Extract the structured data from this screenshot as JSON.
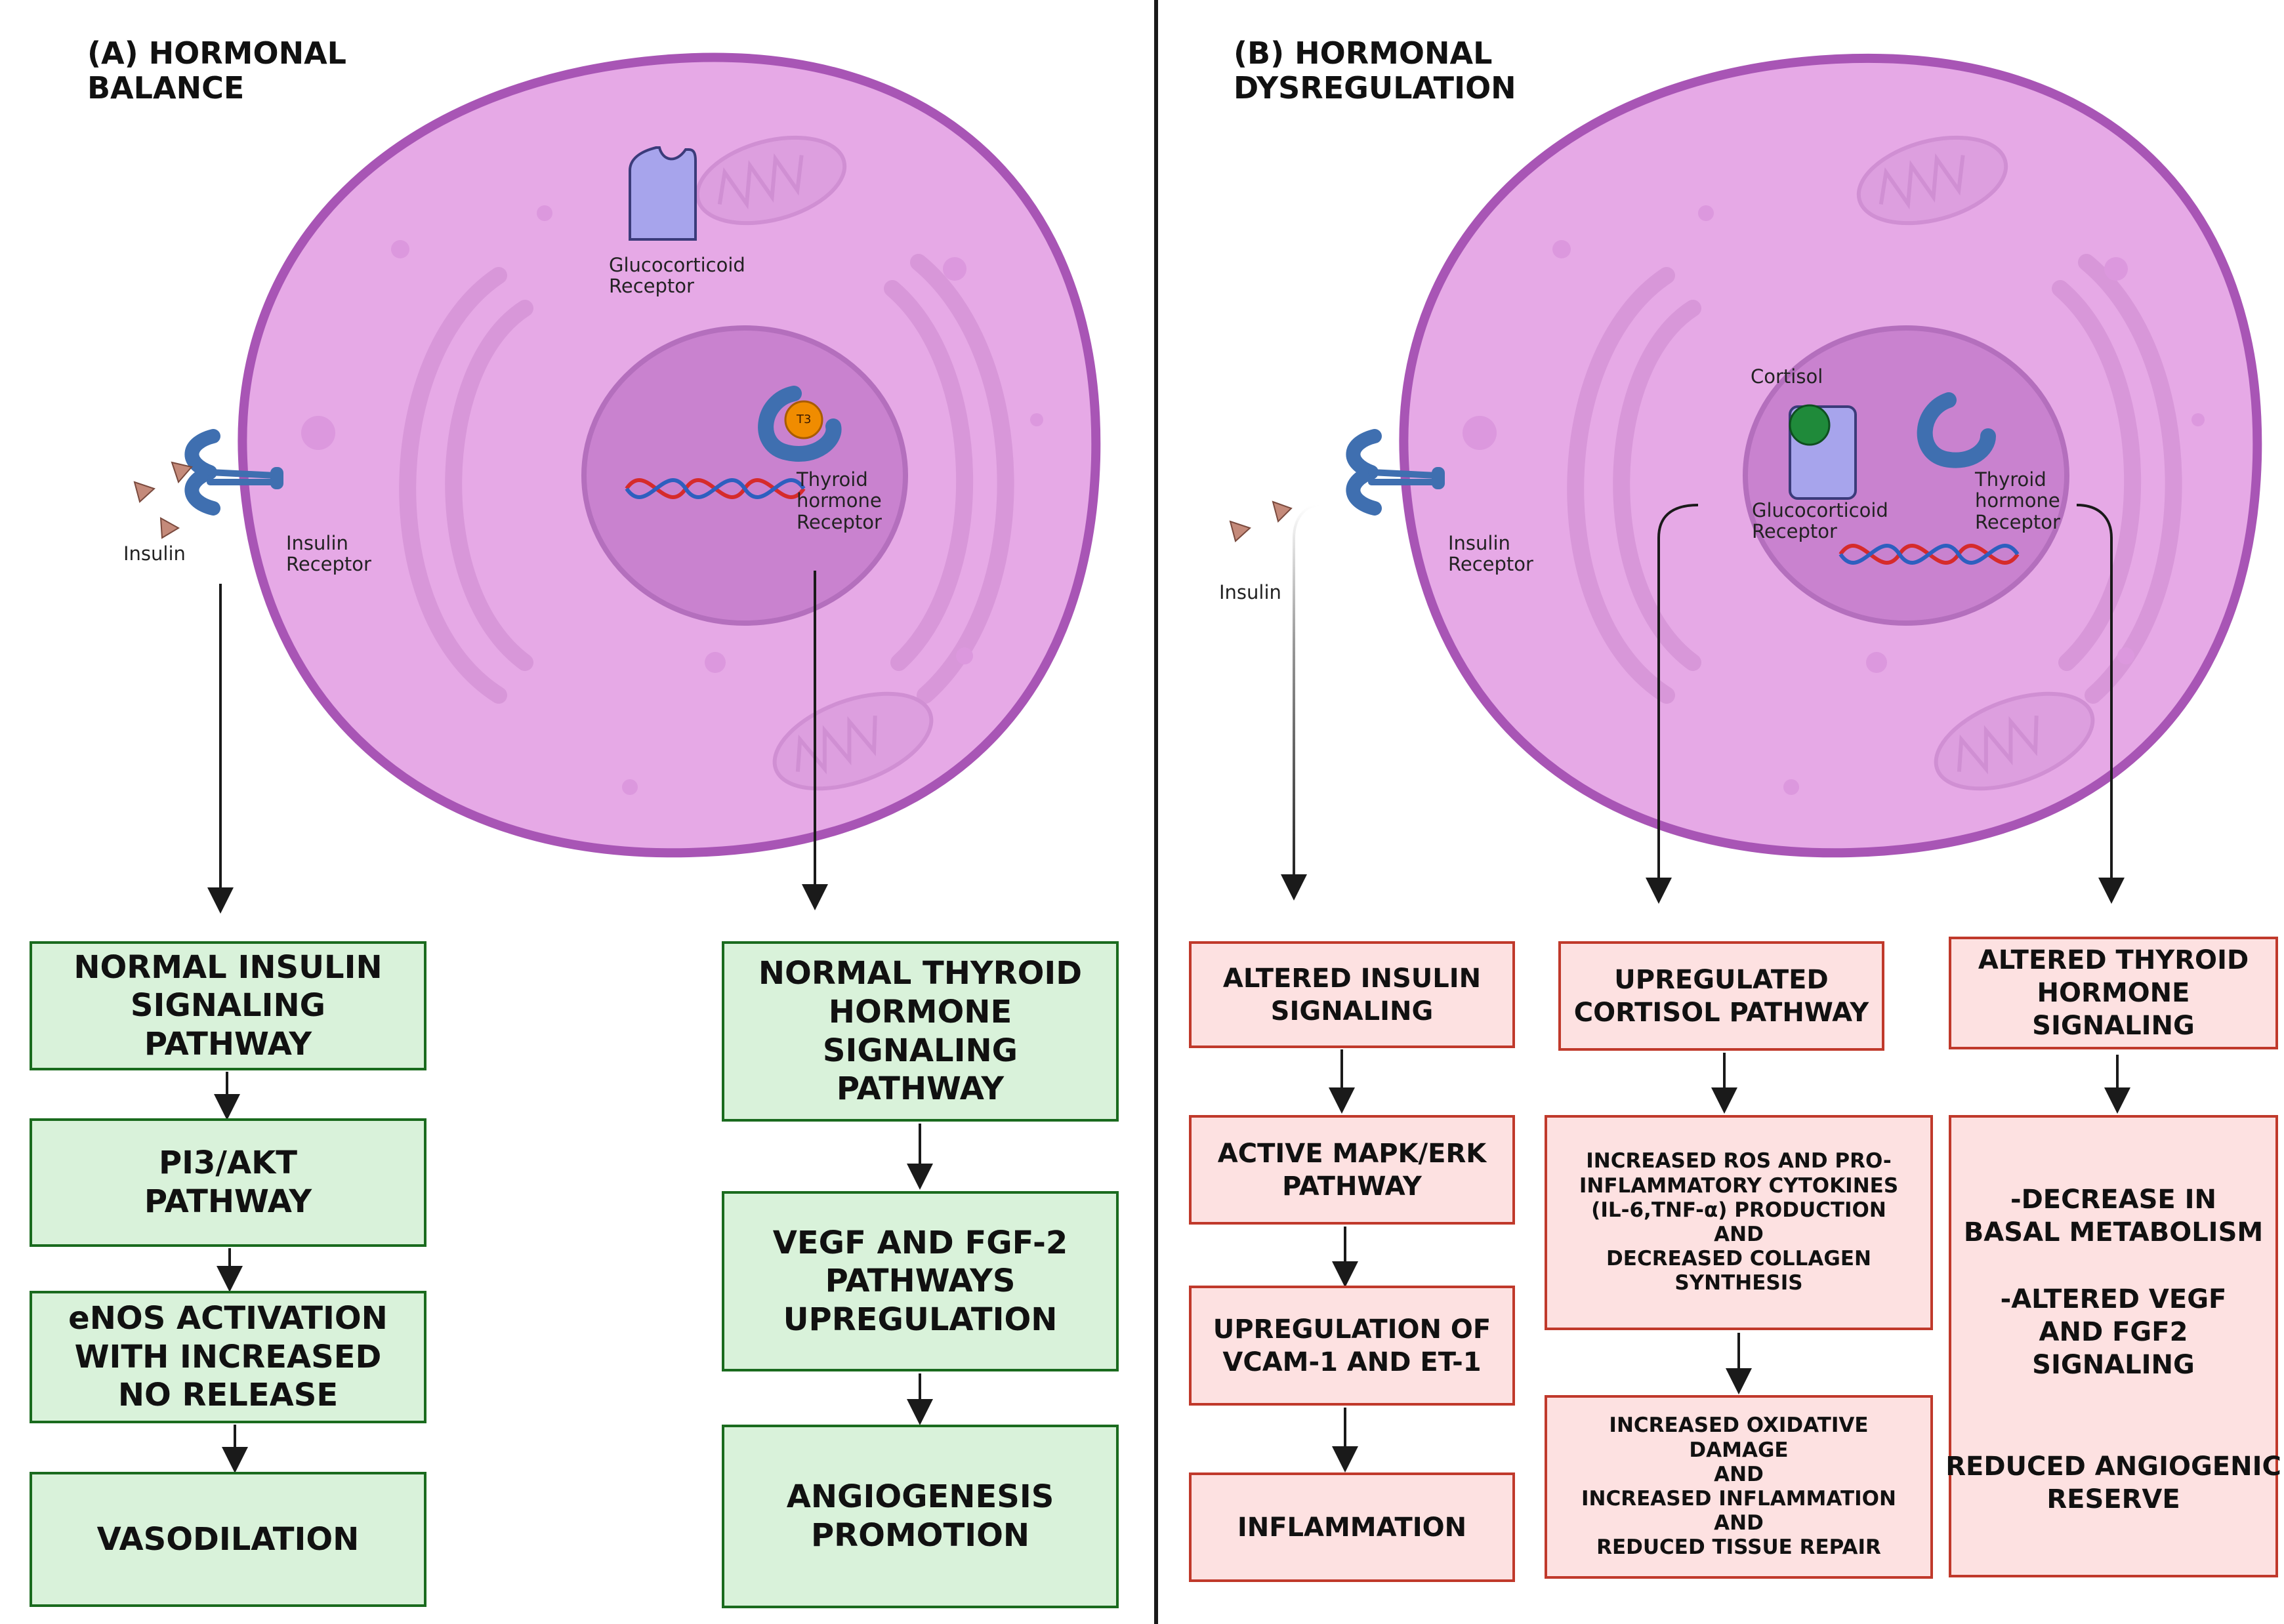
{
  "panel_a": {
    "title": [
      "(A) HORMONAL",
      "BALANCE"
    ],
    "labels": {
      "glucocorticoid_receptor": [
        "Glucocorticoid",
        "Receptor"
      ],
      "thyroid_receptor": [
        "Thyroid",
        "hormone",
        "Receptor"
      ],
      "t3": "T3",
      "insulin": "Insulin",
      "insulin_receptor": [
        "Insulin",
        "Receptor"
      ]
    },
    "insulin_pathway": [
      [
        "NORMAL INSULIN",
        "SIGNALING",
        "PATHWAY"
      ],
      [
        "PI3/AKT",
        "PATHWAY"
      ],
      [
        "eNOS ACTIVATION",
        "WITH INCREASED",
        "NO RELEASE"
      ],
      [
        "VASODILATION"
      ]
    ],
    "thyroid_pathway": [
      [
        "NORMAL THYROID",
        "HORMONE",
        "SIGNALING",
        "PATHWAY"
      ],
      [
        "VEGF AND FGF-2",
        "PATHWAYS",
        "UPREGULATION"
      ],
      [
        "ANGIOGENESIS",
        "PROMOTION"
      ]
    ]
  },
  "panel_b": {
    "title": [
      "(B) HORMONAL",
      "DYSREGULATION"
    ],
    "labels": {
      "cortisol": "Cortisol",
      "glucocorticoid_receptor": [
        "Glucocorticoid",
        "Receptor"
      ],
      "thyroid_receptor": [
        "Thyroid",
        "hormone",
        "Receptor"
      ],
      "insulin": "Insulin",
      "insulin_receptor": [
        "Insulin",
        "Receptor"
      ]
    },
    "insulin_pathway": [
      [
        "ALTERED INSULIN",
        "SIGNALING"
      ],
      [
        "ACTIVE MAPK/ERK",
        "PATHWAY"
      ],
      [
        "UPREGULATION OF",
        "VCAM-1 AND ET-1"
      ],
      [
        "INFLAMMATION"
      ]
    ],
    "cortisol_pathway": [
      [
        "UPREGULATED",
        "CORTISOL PATHWAY"
      ],
      [
        "INCREASED ROS AND PRO-",
        "INFLAMMATORY CYTOKINES",
        "(IL-6,TNF-α) PRODUCTION",
        "AND",
        "DECREASED COLLAGEN",
        "SYNTHESIS"
      ],
      [
        "INCREASED OXIDATIVE",
        "DAMAGE",
        "AND",
        "INCREASED INFLAMMATION",
        "AND",
        "REDUCED TISSUE REPAIR"
      ]
    ],
    "thyroid_pathway": [
      [
        "ALTERED THYROID",
        "HORMONE",
        "SIGNALING"
      ],
      {
        "part1": [
          "-DECREASE IN",
          "BASAL METABOLISM"
        ],
        "part2": [
          "-ALTERED VEGF",
          "AND FGF2",
          "SIGNALING"
        ],
        "part3": [
          "REDUCED ANGIOGENIC",
          "RESERVE"
        ]
      }
    ]
  },
  "colors": {
    "cell_fill": "#e6a9e6",
    "cell_border": "#a855b5",
    "nucleus_fill": "#c982cf",
    "receptor_blue": "#3f6fb0",
    "receptor_purple": "#a7a4ec",
    "t3_orange": "#f08c00",
    "cortisol_green": "#1f8a3a",
    "insulin_brown": "#c48a7a",
    "dna_red": "#d62b2b",
    "dna_blue": "#2d5fbf",
    "green_box_fill": "#d9f2da",
    "green_box_border": "#1a6b1e",
    "red_box_fill": "#fde1e1",
    "red_box_border": "#c0392b"
  }
}
